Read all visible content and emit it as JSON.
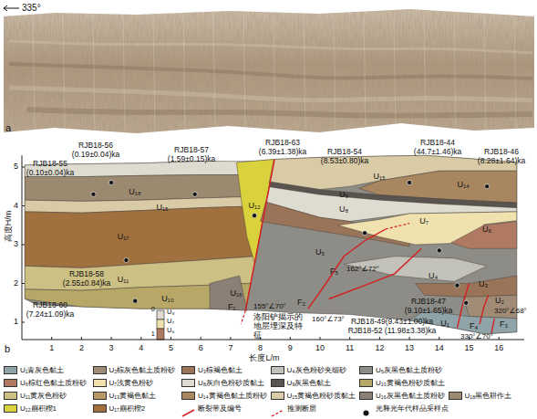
{
  "diagram": {
    "labels": [
      "335°",
      "a",
      "b",
      "1",
      "2",
      "3",
      "4",
      "5",
      "高度H/m",
      "1",
      "2",
      "3",
      "4",
      "5",
      "6",
      "7",
      "8",
      "9",
      "10",
      "11",
      "12",
      "13",
      "14",
      "15",
      "16",
      "长度L/m",
      "U₁₈",
      "U₁₅",
      "U₁₇",
      "U₁₁",
      "U₁₀",
      "U₁₆",
      "U₁₂",
      "U₁₅",
      "U₁₄",
      "U₉",
      "U₈",
      "U₇",
      "U₆",
      "U₅",
      "U₄",
      "U₃",
      "U₂",
      "U₁",
      "RJB18-56 (0.19±0.04)ka",
      "RJB18-55 (0.10±0.04)ka",
      "RJB18-57 (1.59±0.15)ka",
      "RJB18-63 (6.39±1.38)ka",
      "RJB18-54 (8.53±0.80)ka",
      "RJB18-44 (44.7±1.46)ka",
      "RJB18-46 (8.28±1.64)ka",
      "RJB18-58 (2.55±0.84)ka",
      "RJB18-60 (7.24±1.09)ka",
      "RJB18-47 (9.10±1.65)ka",
      "RJB18-49(9.43±1.00)ka",
      "RJB18-52 (11.98±3.38)ka",
      "F₁",
      "155°∠70°",
      "洛阳铲揭示的地层埋深及特征",
      "F₂",
      "160°∠73°",
      "F₅",
      "162°∠72°",
      "F₃",
      "320°∠68°",
      "F₄",
      "330°∠70°",
      "0",
      "1",
      "U₈",
      "U₇",
      "U₆"
    ],
    "legend": [
      {
        "text": "U₁青灰色黏土",
        "color": "#8fa3a8"
      },
      {
        "text": "U₂棕灰色黏土质粉砂",
        "color": "#a08c76"
      },
      {
        "text": "U₃棕褐色黏土",
        "color": "#9a7458"
      },
      {
        "text": "U₄灰色粉砂夹细砂",
        "color": "#c2c2ba"
      },
      {
        "text": "U₅灰黑色黏土质粉砂",
        "color": "#8d8c86"
      },
      {
        "text": "U₆棕红色黏土质粉砂",
        "color": "#b07a62"
      },
      {
        "text": "U₇浅黄色粉砂",
        "color": "#efe2ae"
      },
      {
        "text": "U₈灰白色粉砂质黏土",
        "color": "#dedbd0"
      },
      {
        "text": "U₉灰黑色黏土",
        "color": "#5a5450"
      },
      {
        "text": "U₁₀黄褐色粉砂质黏土",
        "color": "#b8a868"
      },
      {
        "text": "U₁₁黄灰色粉砂",
        "color": "#cdc084"
      },
      {
        "text": "U₁₃黄褐色黏土",
        "color": "#b99764"
      },
      {
        "text": "U₁₄黄褐色黏土质粉砂",
        "color": "#a88660"
      },
      {
        "text": "U₁₅黄褐色粉砂质黏土",
        "color": "#d8cba6"
      },
      {
        "text": "U₁₆灰黑色黏土质粉砂",
        "color": "#8a8076"
      },
      {
        "text": "U₁₈黑色耕作土",
        "color": "#9c8a70"
      },
      {
        "text": "U₁₂崩积楔1",
        "color": "#d9d23c"
      },
      {
        "text": "U₁₇崩积楔2",
        "color": "#a0703f"
      },
      {
        "text": "断裂带及编号"
      },
      {
        "text": "推测断层"
      },
      {
        "text": "光释光年代样品采样点"
      }
    ]
  }
}
